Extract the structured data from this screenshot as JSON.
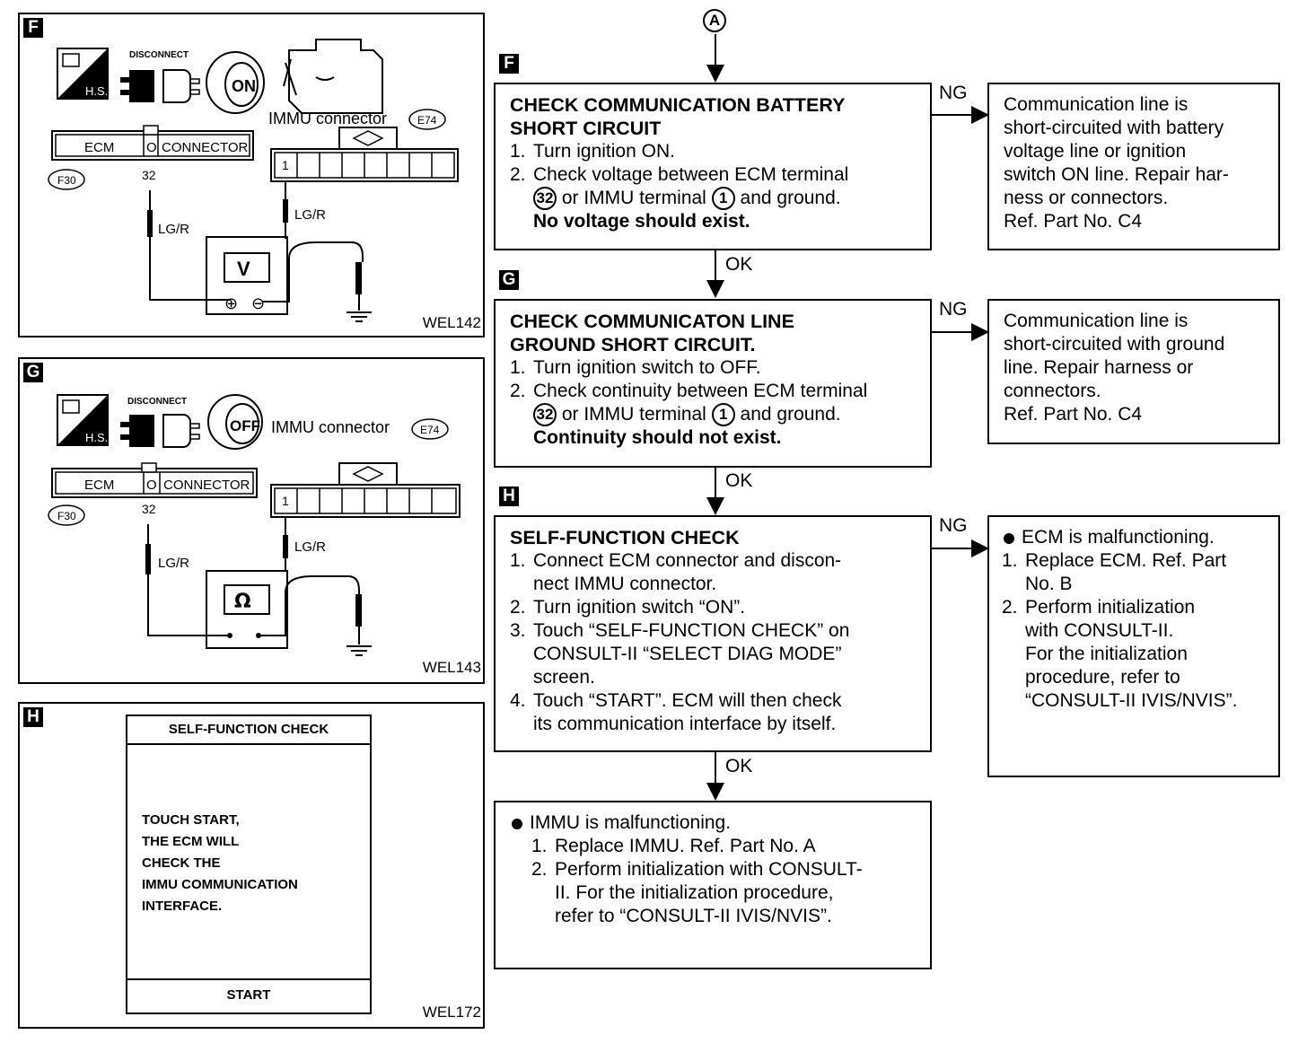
{
  "connector_marker": "A",
  "steps": {
    "F": {
      "tag": "F",
      "title_lines": [
        "CHECK COMMUNICATION BATTERY",
        "SHORT CIRCUIT"
      ],
      "items": [
        {
          "num": "1.",
          "text": "Turn ignition ON."
        },
        {
          "num": "2.",
          "line1": "Check voltage between ECM terminal",
          "pre": "",
          "c1": "32",
          "mid": " or IMMU terminal ",
          "c2": "1",
          "post": " and ground.",
          "strong": "No voltage should exist."
        }
      ],
      "ng_label": "NG",
      "ok_label": "OK",
      "result_lines": [
        "Communication line is",
        "short-circuited with battery",
        "voltage line or ignition",
        "switch ON line. Repair har-",
        "ness or connectors.",
        "Ref. Part No. C4"
      ]
    },
    "G": {
      "tag": "G",
      "title_lines": [
        "CHECK COMMUNICATON LINE",
        "GROUND SHORT CIRCUIT."
      ],
      "items": [
        {
          "num": "1.",
          "text": "Turn ignition switch to OFF."
        },
        {
          "num": "2.",
          "line1": "Check continuity between ECM terminal",
          "c1": "32",
          "mid": " or IMMU terminal ",
          "c2": "1",
          "post": " and ground.",
          "strong": "Continuity should not exist."
        }
      ],
      "ng_label": "NG",
      "ok_label": "OK",
      "result_lines": [
        "Communication line is",
        "short-circuited with ground",
        "line. Repair harness or",
        "connectors.",
        "Ref. Part No. C4"
      ]
    },
    "H": {
      "tag": "H",
      "title": "SELF-FUNCTION CHECK",
      "items": [
        {
          "num": "1.",
          "lines": [
            "Connect ECM connector and discon-",
            "nect IMMU connector."
          ]
        },
        {
          "num": "2.",
          "lines": [
            "Turn ignition switch “ON”."
          ]
        },
        {
          "num": "3.",
          "lines": [
            "Touch “SELF-FUNCTION CHECK” on",
            "CONSULT-II “SELECT DIAG MODE”",
            "screen."
          ]
        },
        {
          "num": "4.",
          "lines": [
            "Touch “START”. ECM will then check",
            "its communication interface by itself."
          ]
        }
      ],
      "ng_label": "NG",
      "ok_label": "OK",
      "result": {
        "bullet": "ECM is malfunctioning.",
        "items": [
          {
            "num": "1.",
            "lines": [
              "Replace ECM. Ref. Part",
              "No. B"
            ]
          },
          {
            "num": "2.",
            "lines": [
              "Perform initialization",
              "with CONSULT-II.",
              "For the initialization",
              "procedure, refer to",
              "“CONSULT-II IVIS/NVIS”."
            ]
          }
        ]
      }
    },
    "final": {
      "bullet": "IMMU is malfunctioning.",
      "items": [
        {
          "num": "1.",
          "lines": [
            "Replace IMMU. Ref. Part No. A"
          ]
        },
        {
          "num": "2.",
          "lines": [
            "Perform initialization with CONSULT-",
            "II. For the initialization procedure,",
            "refer to “CONSULT-II IVIS/NVIS”."
          ]
        }
      ]
    }
  },
  "figures": {
    "F": {
      "tag": "F",
      "code": "WEL142",
      "hs": "H.S.",
      "disconnect": "DISCONNECT",
      "switch": "ON",
      "immu_label": "IMMU connector",
      "immu_code": "E74",
      "ecm": "ECM",
      "ecm_connector": "CONNECTOR",
      "ecm_code": "F30",
      "terminal_32": "32",
      "terminal_1": "1",
      "wire1": "LG/R",
      "wire2": "LG/R",
      "meter": "V",
      "plus": "⊕",
      "minus": "⊖"
    },
    "G": {
      "tag": "G",
      "code": "WEL143",
      "hs": "H.S.",
      "disconnect": "DISCONNECT",
      "switch": "OFF",
      "immu_label": "IMMU connector",
      "immu_code": "E74",
      "ecm": "ECM",
      "ecm_connector": "CONNECTOR",
      "ecm_code": "F30",
      "terminal_32": "32",
      "terminal_1": "1",
      "wire1": "LG/R",
      "wire2": "LG/R",
      "meter": "Ω"
    },
    "H": {
      "tag": "H",
      "code": "WEL172",
      "screen_title": "SELF-FUNCTION CHECK",
      "screen_lines": [
        "TOUCH START,",
        "THE ECM WILL",
        "CHECK THE",
        "IMMU COMMUNICATION",
        "INTERFACE."
      ],
      "screen_button": "START"
    }
  }
}
